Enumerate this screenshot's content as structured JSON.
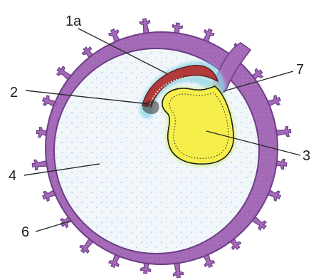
{
  "labels": {
    "l1a": "1a",
    "l2": "2",
    "l3": "3",
    "l4": "4",
    "l6": "6",
    "l7": "7"
  },
  "colors": {
    "trophoblast": "#a56bb8",
    "trophoblast_dark": "#6d3d86",
    "cavity": "#f1f6fb",
    "cavity_dots": "#9fc0d6",
    "yolk_sac": "#f6ee4a",
    "yolk_sac_edge": "#c9b820",
    "amnion": "#b23a3a",
    "amnion_glow": "#8ed6e6",
    "label_text": "#1e1e1e"
  },
  "icons": {
    "villi": "chorionic-villi-icon"
  }
}
